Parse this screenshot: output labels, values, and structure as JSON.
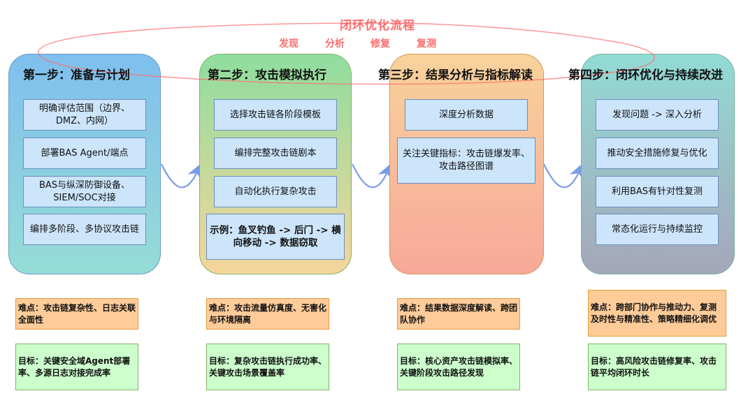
{
  "loop": {
    "title": "闭环优化流程",
    "stages": [
      "发现",
      "分析",
      "修复",
      "复测"
    ],
    "color": "#ff6b6b"
  },
  "colors": {
    "task_fill": "#cce5fb",
    "task_border": "#6c8ebf",
    "difficulty_fill": "#ffcc99",
    "goal_fill": "#ccffcc",
    "arrow": "#7b9be8"
  },
  "steps": [
    {
      "title": "第一步：准备与计划",
      "tasks": [
        "明确评估范围（边界、DMZ、内网）",
        "部署BAS Agent/端点",
        "BAS与纵深防御设备、SIEM/SOC对接",
        "编排多阶段、多协议攻击链"
      ],
      "difficulty": "难点：攻击链复杂性、日志关联全面性",
      "goal": "目标：关键安全域Agent部署率、多源日志对接完成率"
    },
    {
      "title": "第二步：攻击模拟执行",
      "tasks": [
        "选择攻击链各阶段模板",
        "编排完整攻击链剧本",
        "自动化执行复杂攻击",
        "示例：鱼叉钓鱼 -> 后门 -> 横向移动 -> 数据窃取"
      ],
      "difficulty": "难点：攻击流量仿真度、无害化与环境隔离",
      "goal": "目标：复杂攻击链执行成功率、关键攻击场景覆盖率"
    },
    {
      "title": "第三步：结果分析与指标解读",
      "tasks": [
        "深度分析数据",
        "关注关键指标：攻击链爆发率、攻击路径图谱"
      ],
      "difficulty": "难点：结果数据深度解读、跨团队协作",
      "goal": "目标：核心资产攻击链模拟率、关键阶段攻击路径发现"
    },
    {
      "title": "第四步：闭环优化与持续改进",
      "tasks": [
        "发现问题 -> 深入分析",
        "推动安全措施修复与优化",
        "利用BAS有针对性复测",
        "常态化运行与持续监控"
      ],
      "difficulty": "难点：跨部门协作与推动力、复测及时性与精准性、策略精细化调优",
      "goal": "目标：高风险攻击链修复率、攻击链平均闭环时长"
    }
  ]
}
